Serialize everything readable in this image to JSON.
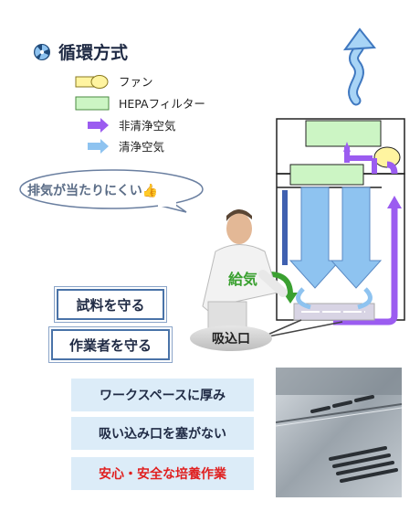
{
  "title": "循環方式",
  "legend": [
    {
      "label": "ファン",
      "icon": "fan-icon"
    },
    {
      "label": "HEPAフィルター",
      "icon": "hepa-filter-icon"
    },
    {
      "label": "非清浄空気",
      "icon": "dirty-air-arrow-icon",
      "color": "#9b5cf0"
    },
    {
      "label": "清浄空気",
      "icon": "clean-air-arrow-icon",
      "color": "#8ec3f0"
    }
  ],
  "speech_bubble": "排気が当たりにくい",
  "diagram": {
    "supply_label": "給気",
    "intake_label": "吸込口"
  },
  "protect": {
    "sample": "試料を守る",
    "worker": "作業者を守る"
  },
  "features": [
    {
      "label": "ワークスペースに厚み",
      "color": "#1f2a44"
    },
    {
      "label": "吸い込み口を塞がない",
      "color": "#1f2a44"
    },
    {
      "label": "安心・安全な培養作業",
      "color": "#e02020"
    }
  ],
  "colors": {
    "hepa": "#ccf5c4",
    "fan": "#fff4a0",
    "dirty_air": "#9b5cf0",
    "clean_air": "#8ec3f0",
    "accent_blue": "#4a73a8"
  }
}
